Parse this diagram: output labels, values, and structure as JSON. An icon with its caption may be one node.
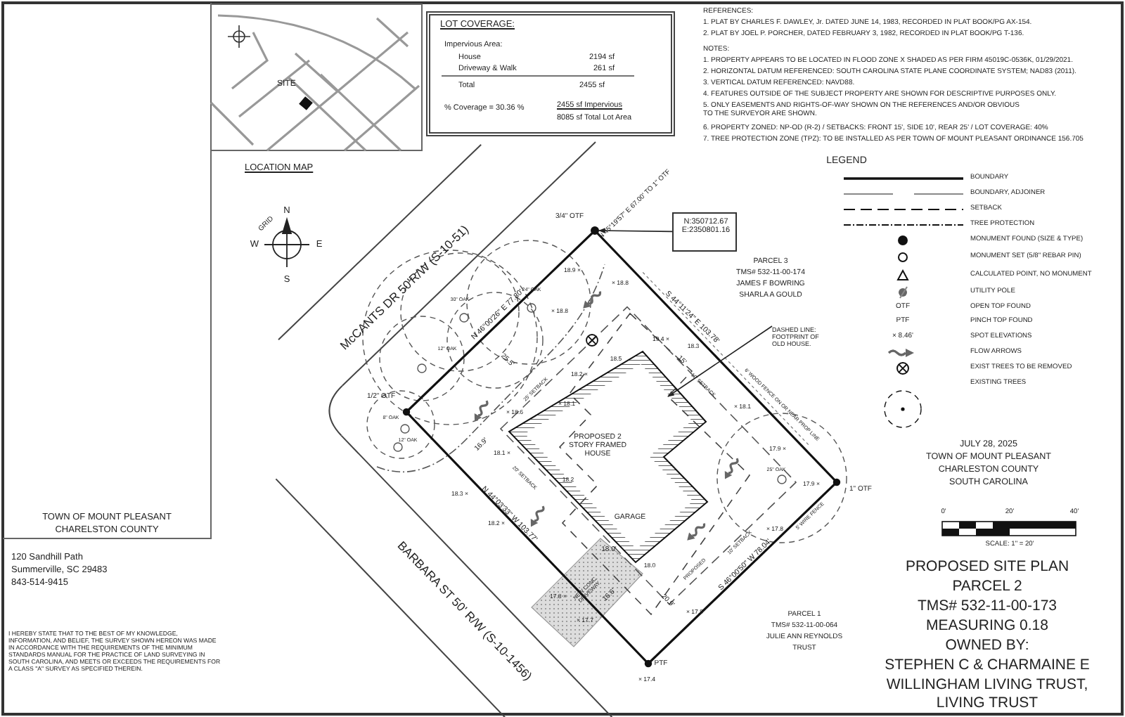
{
  "diagram": {
    "nodes": [
      {
        "text": [
          "SITE",
          "LOCATION MAP"
        ]
      },
      {
        "text": [
          "LOT COVERAGE:",
          "Impervious Area:",
          "House",
          "2194 sf",
          "Driveway & Walk",
          "261 sf",
          "Total",
          "2455 sf",
          "% Coverage = 30.36 %",
          "2455 sf  Impervious",
          "8085 sf  Total Lot Area"
        ]
      },
      {
        "text": [
          "N:350712.67 E:2350801.16"
        ]
      },
      {
        "text": [],
        "shape": "circle"
      },
      {
        "text": [
          "DASHED LINE: FOOTPRINT OF OLD HOUSE."
        ]
      },
      {
        "text": [],
        "shape": "box"
      },
      {
        "text": [
          "PROPOSED 2 STORY FRAMED HOUSE",
          "GARAGE"
        ]
      }
    ],
    "edges": [
      {
        "from": 2,
        "to": 3,
        "arrow": "to"
      },
      {
        "from": 4,
        "to": 5,
        "arrow": "to"
      }
    ],
    "labels": [
      "N",
      "W",
      "E",
      "S",
      "GRID",
      "TOWN OF MOUNT PLEASANT",
      "CHARELSTON COUNTY",
      "120 Sandhill Path",
      "Summerville, SC 29483",
      "843-514-9415",
      "I HEREBY STATE THAT TO THE BEST OF MY KNOWLEDGE, INFORMATION, AND BELIEF, THE SURVEY SHOWN HEREON WAS MADE IN ACCORDANCE WITH THE REQUIREMENTS OF THE MINIMUM STANDARDS MANUAL FOR THE PRACTICE OF LAND SURVEYING IN SOUTH CAROLINA, AND MEETS OR EXCEEDS THE REQUIREMENTS FOR A CLASS \"A\" SURVEY AS SPECIFIED THEREIN.",
      "REFERENCES:",
      "1. PLAT BY CHARLES F. DAWLEY, Jr. DATED JUNE 14, 1983, RECORDED IN PLAT BOOK/PG AX-154.",
      "2. PLAT BY JOEL P. PORCHER, DATED FEBRUARY 3, 1982, RECORDED IN PLAT BOOK/PG T-136.",
      "NOTES:",
      "1. PROPERTY APPEARS TO BE LOCATED IN FLOOD ZONE X SHADED AS PER FIRM 45019C-0536K, 01/29/2021.",
      "2. HORIZONTAL DATUM REFERENCED: SOUTH CAROLINA STATE PLANE COORDINATE SYSTEM; NAD83 (2011).",
      "3. VERTICAL DATUM REFERENCED: NAVD88.",
      "4. FEATURES OUTSIDE OF THE SUBJECT PROPERTY ARE SHOWN FOR DESCRIPTIVE PURPOSES ONLY.",
      "5. ONLY EASEMENTS AND RIGHTS-OF-WAY SHOWN ON THE REFERENCES AND/OR OBVIOUS TO THE SURVEYOR ARE SHOWN.",
      "6. PROPERTY ZONED: NP-OD (R-2) / SETBACKS: FRONT 15', SIDE 10', REAR 25' / LOT COVERAGE: 40%",
      "7. TREE PROTECTION ZONE (TPZ): TO BE INSTALLED AS PER TOWN OF MOUNT PLEASANT ORDINANCE 156.705",
      "LEGEND",
      "OTF",
      "PTF",
      "× 8.46'",
      "McCANTS DR 50'R/W (S-10-51)",
      "BARBARA ST 50' R/W (S-10-1456)",
      "N 45°19'57\" E 67.00' TO 1\" OTF",
      "3/4\" OTF",
      "1/2\" OTF",
      "1\" OTF",
      "PTF",
      "N 46°00'26\" E 77.80'",
      "S 44°11'24\" E 103.78'",
      "N 44°03'33\" W 103.77'",
      "S 46°00'50\" W 78.04'",
      "6' WOOD FENCE ON OR NEAR PROP LINE",
      "5' WIRE FENCE",
      "PARCEL 3",
      "TMS# 532-11-00-174",
      "JAMES F BOWRING",
      "SHARLA A GOULD",
      "PARCEL 1",
      "TMS# 532-11-00-064",
      "JULIE ANN REYNOLDS",
      "TRUST",
      "25' SETBACK",
      "10' SETBACK",
      "20' SETBACK",
      "10' SETBACK",
      "NEW CONC. DRIVEWAY",
      "PROPOSED",
      "25.5'",
      "15'",
      "16.9'",
      "16.6'",
      "20.9'",
      "18.0'",
      "30\" OAK",
      "24\" OAK",
      "12\" OAK",
      "8\" OAK",
      "12\" OAK",
      "25\" OAK",
      "18.9 ×",
      "× 18.8",
      "× 18.8",
      "19.4 ×",
      "18.3",
      "18.5",
      "18.2 ×",
      "× 18.1",
      "× 18.6",
      "18.1 ×",
      "18.3 ×",
      "18.2 ×",
      "17.8 ×",
      "× 17.7",
      "× 17.4",
      "17.9 ×",
      "17.9 ×",
      "× 17.8",
      "× 17.9",
      "× 18.1",
      "18.2",
      "18.0",
      "JULY 28, 2025",
      "TOWN OF MOUNT PLEASANT",
      "CHARLESTON COUNTY",
      "SOUTH CAROLINA",
      "0'",
      "20'",
      "40'",
      "SCALE: 1\" = 20'",
      "PROPOSED SITE PLAN",
      "PARCEL 2",
      "TMS# 532-11-00-173",
      "MEASURING 0.18",
      "OWNED BY:",
      "STEPHEN C & CHARMAINE E",
      "WILLINGHAM LIVING TRUST,",
      "LIVING TRUST"
    ],
    "legend": [
      {
        "text": "BOUNDARY"
      },
      {
        "text": "BOUNDARY, ADJOINER"
      },
      {
        "text": "SETBACK"
      },
      {
        "text": "TREE PROTECTION"
      },
      {
        "text": "MONUMENT FOUND (SIZE & TYPE)"
      },
      {
        "text": "MONUMENT SET (5/8\" REBAR PIN)"
      },
      {
        "text": "CALCULATED POINT, NO MONUMENT"
      },
      {
        "text": "UTILITY POLE"
      },
      {
        "text": "OPEN TOP FOUND"
      },
      {
        "text": "PINCH TOP FOUND"
      },
      {
        "text": "SPOT ELEVATIONS"
      },
      {
        "text": "FLOW ARROWS"
      },
      {
        "text": "EXIST TREES TO BE REMOVED"
      },
      {
        "text": "EXISTING TREES"
      }
    ]
  }
}
